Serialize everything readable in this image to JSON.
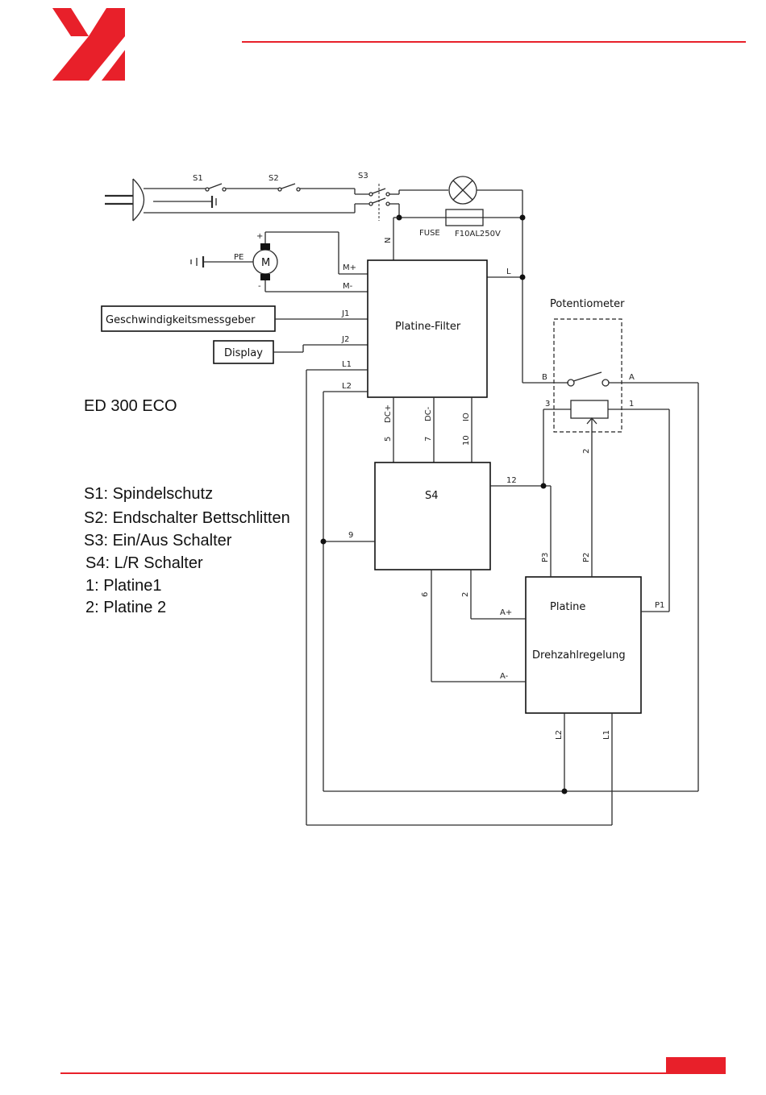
{
  "colors": {
    "brand_red": "#e8202a",
    "line": "#2b2b2b"
  },
  "diagram": {
    "switches": {
      "s1": "S1",
      "s2": "S2",
      "s3": "S3"
    },
    "fuse": {
      "label": "FUSE",
      "rating": "F10AL250V"
    },
    "motor": {
      "symbol": "M",
      "pe": "PE",
      "plus": "+",
      "minus": "-"
    },
    "potentiometer": {
      "title": "Potentiometer",
      "pin_b": "B",
      "pin_a": "A",
      "pin_3": "3",
      "pin_1": "1",
      "pin_2": "2"
    },
    "boxes": {
      "speed_sensor": "Geschwindigkeitsmessgeber",
      "display": "Display",
      "filter": "Platine-Filter",
      "s4": "S4",
      "control_line1": "Platine",
      "control_line2": "Drehzahlregelung"
    },
    "wires": {
      "n": "N",
      "l": "L",
      "m_plus": "M+",
      "m_minus": "M-",
      "j1": "J1",
      "j2": "J2",
      "l1": "L1",
      "l2": "L2",
      "dc_plus": "DC+",
      "dc_minus": "DC-",
      "io": "IO",
      "n5": "5",
      "n7": "7",
      "n10": "10",
      "n12": "12",
      "n9": "9",
      "n6": "6",
      "n2": "2",
      "p1": "P1",
      "p2": "P2",
      "p3": "P3",
      "a_plus": "A+",
      "a_minus": "A-",
      "l2_bottom": "L2",
      "l1_bottom": "L1"
    },
    "model": "ED 300 ECO",
    "legend": [
      "S1: Spindelschutz",
      "S2: Endschalter Bettschlitten",
      "S3: Ein/Aus Schalter",
      "S4: L/R Schalter",
      "1: Platine1",
      "2: Platine 2"
    ]
  }
}
